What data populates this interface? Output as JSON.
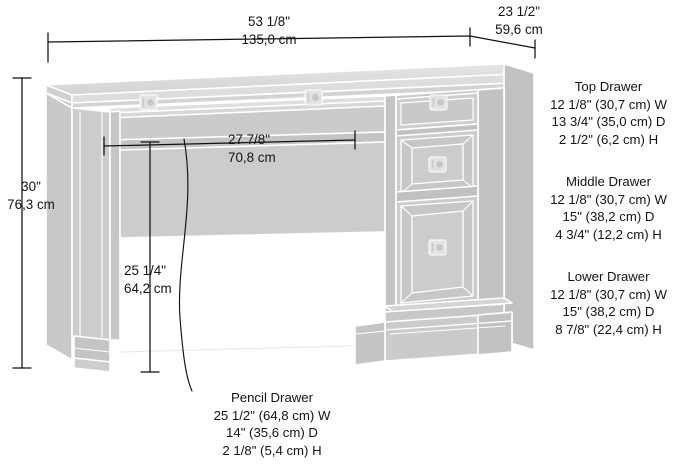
{
  "diagram": {
    "type": "furniture-dimension-drawing",
    "subject": "computer desk with three-drawer pedestal and pencil drawer",
    "colors": {
      "body_fill": "#c9cbcb",
      "body_fill_light": "#d6d8d8",
      "body_fill_dark": "#bcbebe",
      "outline": "#ffffff",
      "dimension_line": "#111111",
      "text": "#141414",
      "background": "#ffffff"
    }
  },
  "dimensions": {
    "overall_width": {
      "imperial": "53 1/8\"",
      "metric": "135,0 cm"
    },
    "overall_depth": {
      "imperial": "23 1/2\"",
      "metric": "59,6 cm"
    },
    "overall_height": {
      "imperial": "30\"",
      "metric": "76,3 cm"
    },
    "knee_width": {
      "imperial": "27 7/8\"",
      "metric": "70,8 cm"
    },
    "knee_height": {
      "imperial": "25 1/4\"",
      "metric": "64,2 cm"
    }
  },
  "drawers": [
    {
      "name": "Top Drawer",
      "width": "12 1/8\" (30,7 cm) W",
      "depth": "13 3/4\" (35,0 cm) D",
      "height": "2 1/2\" (6,2 cm) H"
    },
    {
      "name": "Middle Drawer",
      "width": "12 1/8\" (30,7 cm) W",
      "depth": "15\" (38,2 cm) D",
      "height": "4 3/4\" (12,2 cm) H"
    },
    {
      "name": "Lower Drawer",
      "width": "12 1/8\" (30,7 cm) W",
      "depth": "15\" (38,2 cm) D",
      "height": "8 7/8\" (22,4 cm) H"
    }
  ],
  "pencil_drawer": {
    "name": "Pencil Drawer",
    "width": "25 1/2\" (64,8 cm) W",
    "depth": "14\" (35,6 cm) D",
    "height": "2 1/8\" (5,4 cm) H"
  }
}
